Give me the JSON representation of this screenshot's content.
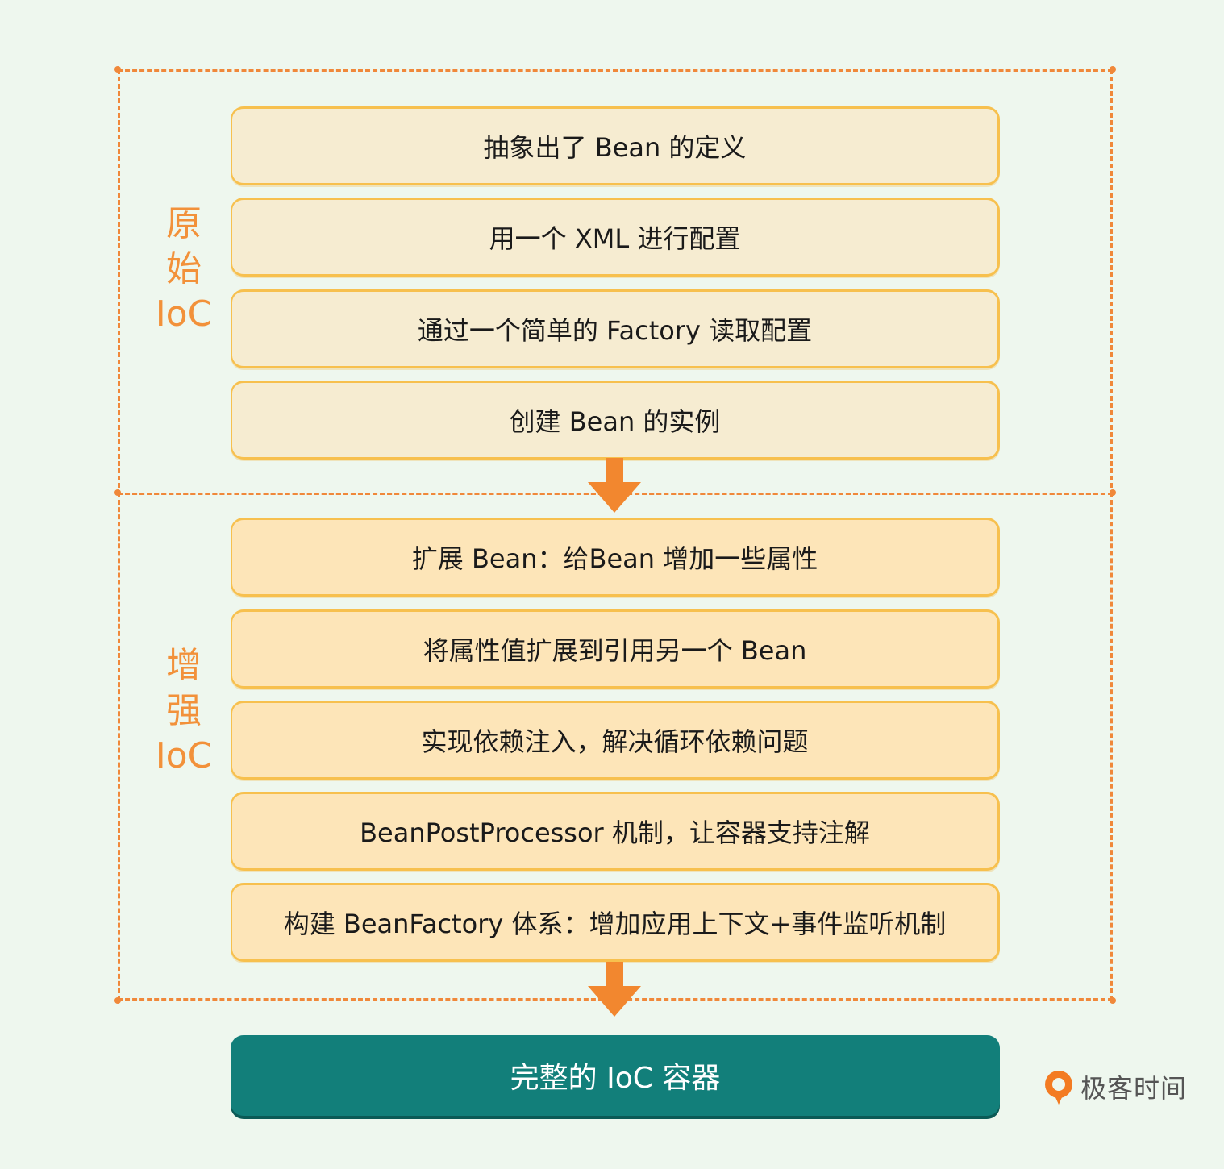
{
  "sections": {
    "original_label": "原\n始\nIoC",
    "enhanced_label": "增\n强\nIoC"
  },
  "original_steps": [
    "抽象出了 Bean 的定义",
    "用一个 XML 进行配置",
    "通过一个简单的 Factory 读取配置",
    "创建 Bean 的实例"
  ],
  "enhanced_steps": [
    "扩展 Bean：给Bean 增加一些属性",
    "将属性值扩展到引用另一个 Bean",
    "实现依赖注入，解决循环依赖问题",
    "BeanPostProcessor 机制，让容器支持注解",
    "构建 BeanFactory 体系：增加应用上下文+事件监听机制"
  ],
  "result": "完整的 IoC 容器",
  "logo": {
    "text": "极客时间",
    "icon": "geektime-logo-icon"
  },
  "colors": {
    "frame": "#f0883a",
    "label": "#f2913a",
    "original_step_bg": "#f6ecd1",
    "enhanced_step_bg": "#fde5b8",
    "step_border": "#f7c04e",
    "arrow": "#f2872f",
    "result_bg": "#127f7a",
    "background": "#eef7ee"
  }
}
